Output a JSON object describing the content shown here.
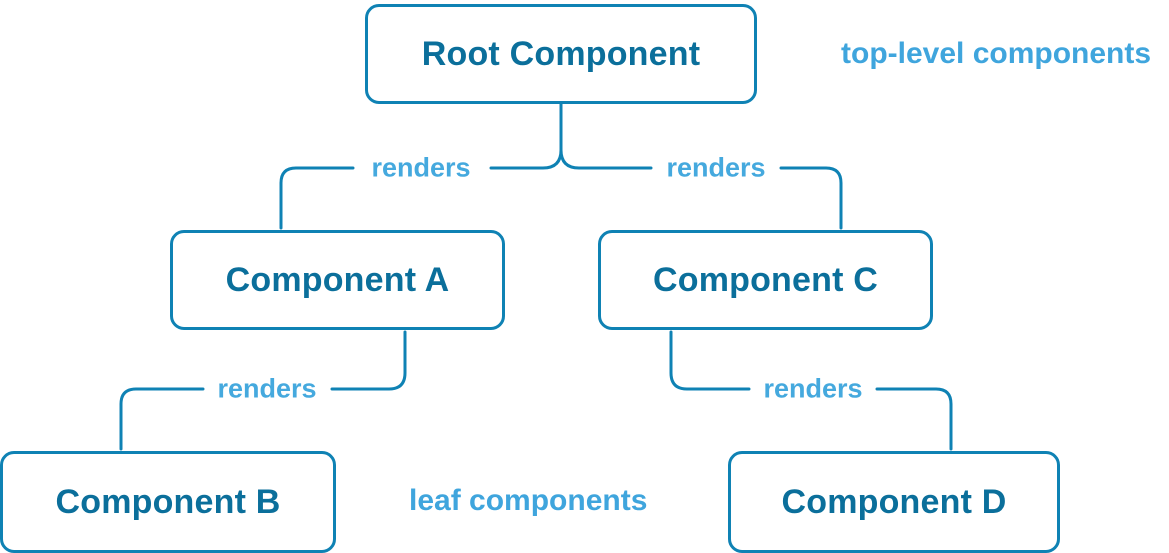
{
  "diagram": {
    "nodes": {
      "root": {
        "label": "Root Component"
      },
      "a": {
        "label": "Component A"
      },
      "b": {
        "label": "Component B"
      },
      "c": {
        "label": "Component C"
      },
      "d": {
        "label": "Component D"
      }
    },
    "edge_label": "renders",
    "annotations": {
      "top": "top-level components",
      "leaf": "leaf components"
    },
    "colors": {
      "node_border": "#0f82b4",
      "node_text": "#0b6f9b",
      "edge_line": "#0f82b4",
      "light_blue_label": "#45a9de"
    }
  }
}
